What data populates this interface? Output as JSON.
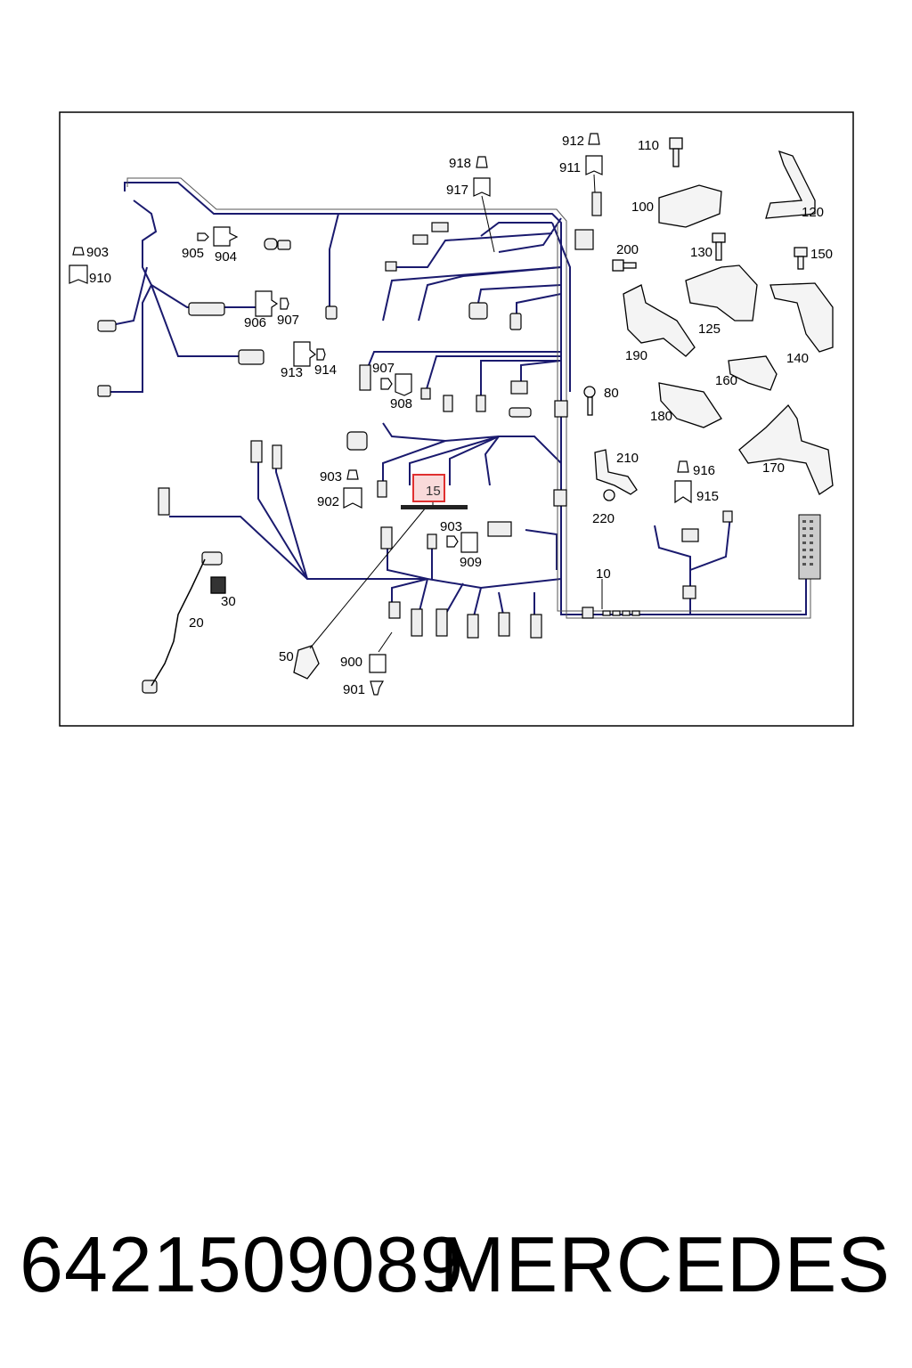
{
  "diagram": {
    "labels": {
      "l10": "10",
      "l15": "15",
      "l20": "20",
      "l30": "30",
      "l50": "50",
      "l80": "80",
      "l100": "100",
      "l110": "110",
      "l120": "120",
      "l125": "125",
      "l130": "130",
      "l140": "140",
      "l150": "150",
      "l160": "160",
      "l170": "170",
      "l180": "180",
      "l190": "190",
      "l200": "200",
      "l210": "210",
      "l220": "220",
      "l900": "900",
      "l901": "901",
      "l902": "902",
      "l903a": "903",
      "l903b": "903",
      "l903c": "903",
      "l904": "904",
      "l905": "905",
      "l906": "906",
      "l907a": "907",
      "l907b": "907",
      "l908": "908",
      "l909": "909",
      "l910": "910",
      "l911": "911",
      "l912": "912",
      "l913": "913",
      "l914": "914",
      "l915": "915",
      "l916": "916",
      "l917": "917",
      "l918": "918"
    },
    "highlight_color": "#e03030",
    "wire_color": "#1a1a6e"
  },
  "footer": {
    "part_number": "6421509089",
    "brand": "MERCEDES"
  }
}
